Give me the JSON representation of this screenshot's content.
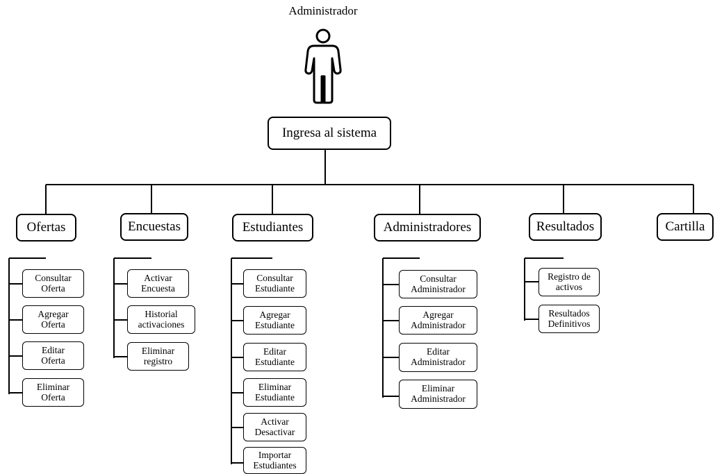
{
  "actor": {
    "label": "Administrador",
    "icon": "person-icon"
  },
  "root": {
    "label": "Ingresa al sistema"
  },
  "categories": [
    {
      "label": "Ofertas",
      "items": [
        "Consultar\nOferta",
        "Agregar\nOferta",
        "Editar\nOferta",
        "Eliminar\nOferta"
      ]
    },
    {
      "label": "Encuestas",
      "items": [
        "Activar\nEncuesta",
        "Historial\nactivaciones",
        "Eliminar\nregistro"
      ]
    },
    {
      "label": "Estudiantes",
      "items": [
        "Consultar\nEstudiante",
        "Agregar\nEstudiante",
        "Editar\nEstudiante",
        "Eliminar\nEstudiante",
        "Activar\nDesactivar",
        "Importar\nEstudiantes"
      ]
    },
    {
      "label": "Administradores",
      "items": [
        "Consultar\nAdministrador",
        "Agregar\nAdministrador",
        "Editar\nAdministrador",
        "Eliminar\nAdministrador"
      ]
    },
    {
      "label": "Resultados",
      "items": [
        "Registro de\nactivos",
        "Resultados\nDefinitivos"
      ]
    },
    {
      "label": "Cartilla",
      "items": []
    }
  ]
}
